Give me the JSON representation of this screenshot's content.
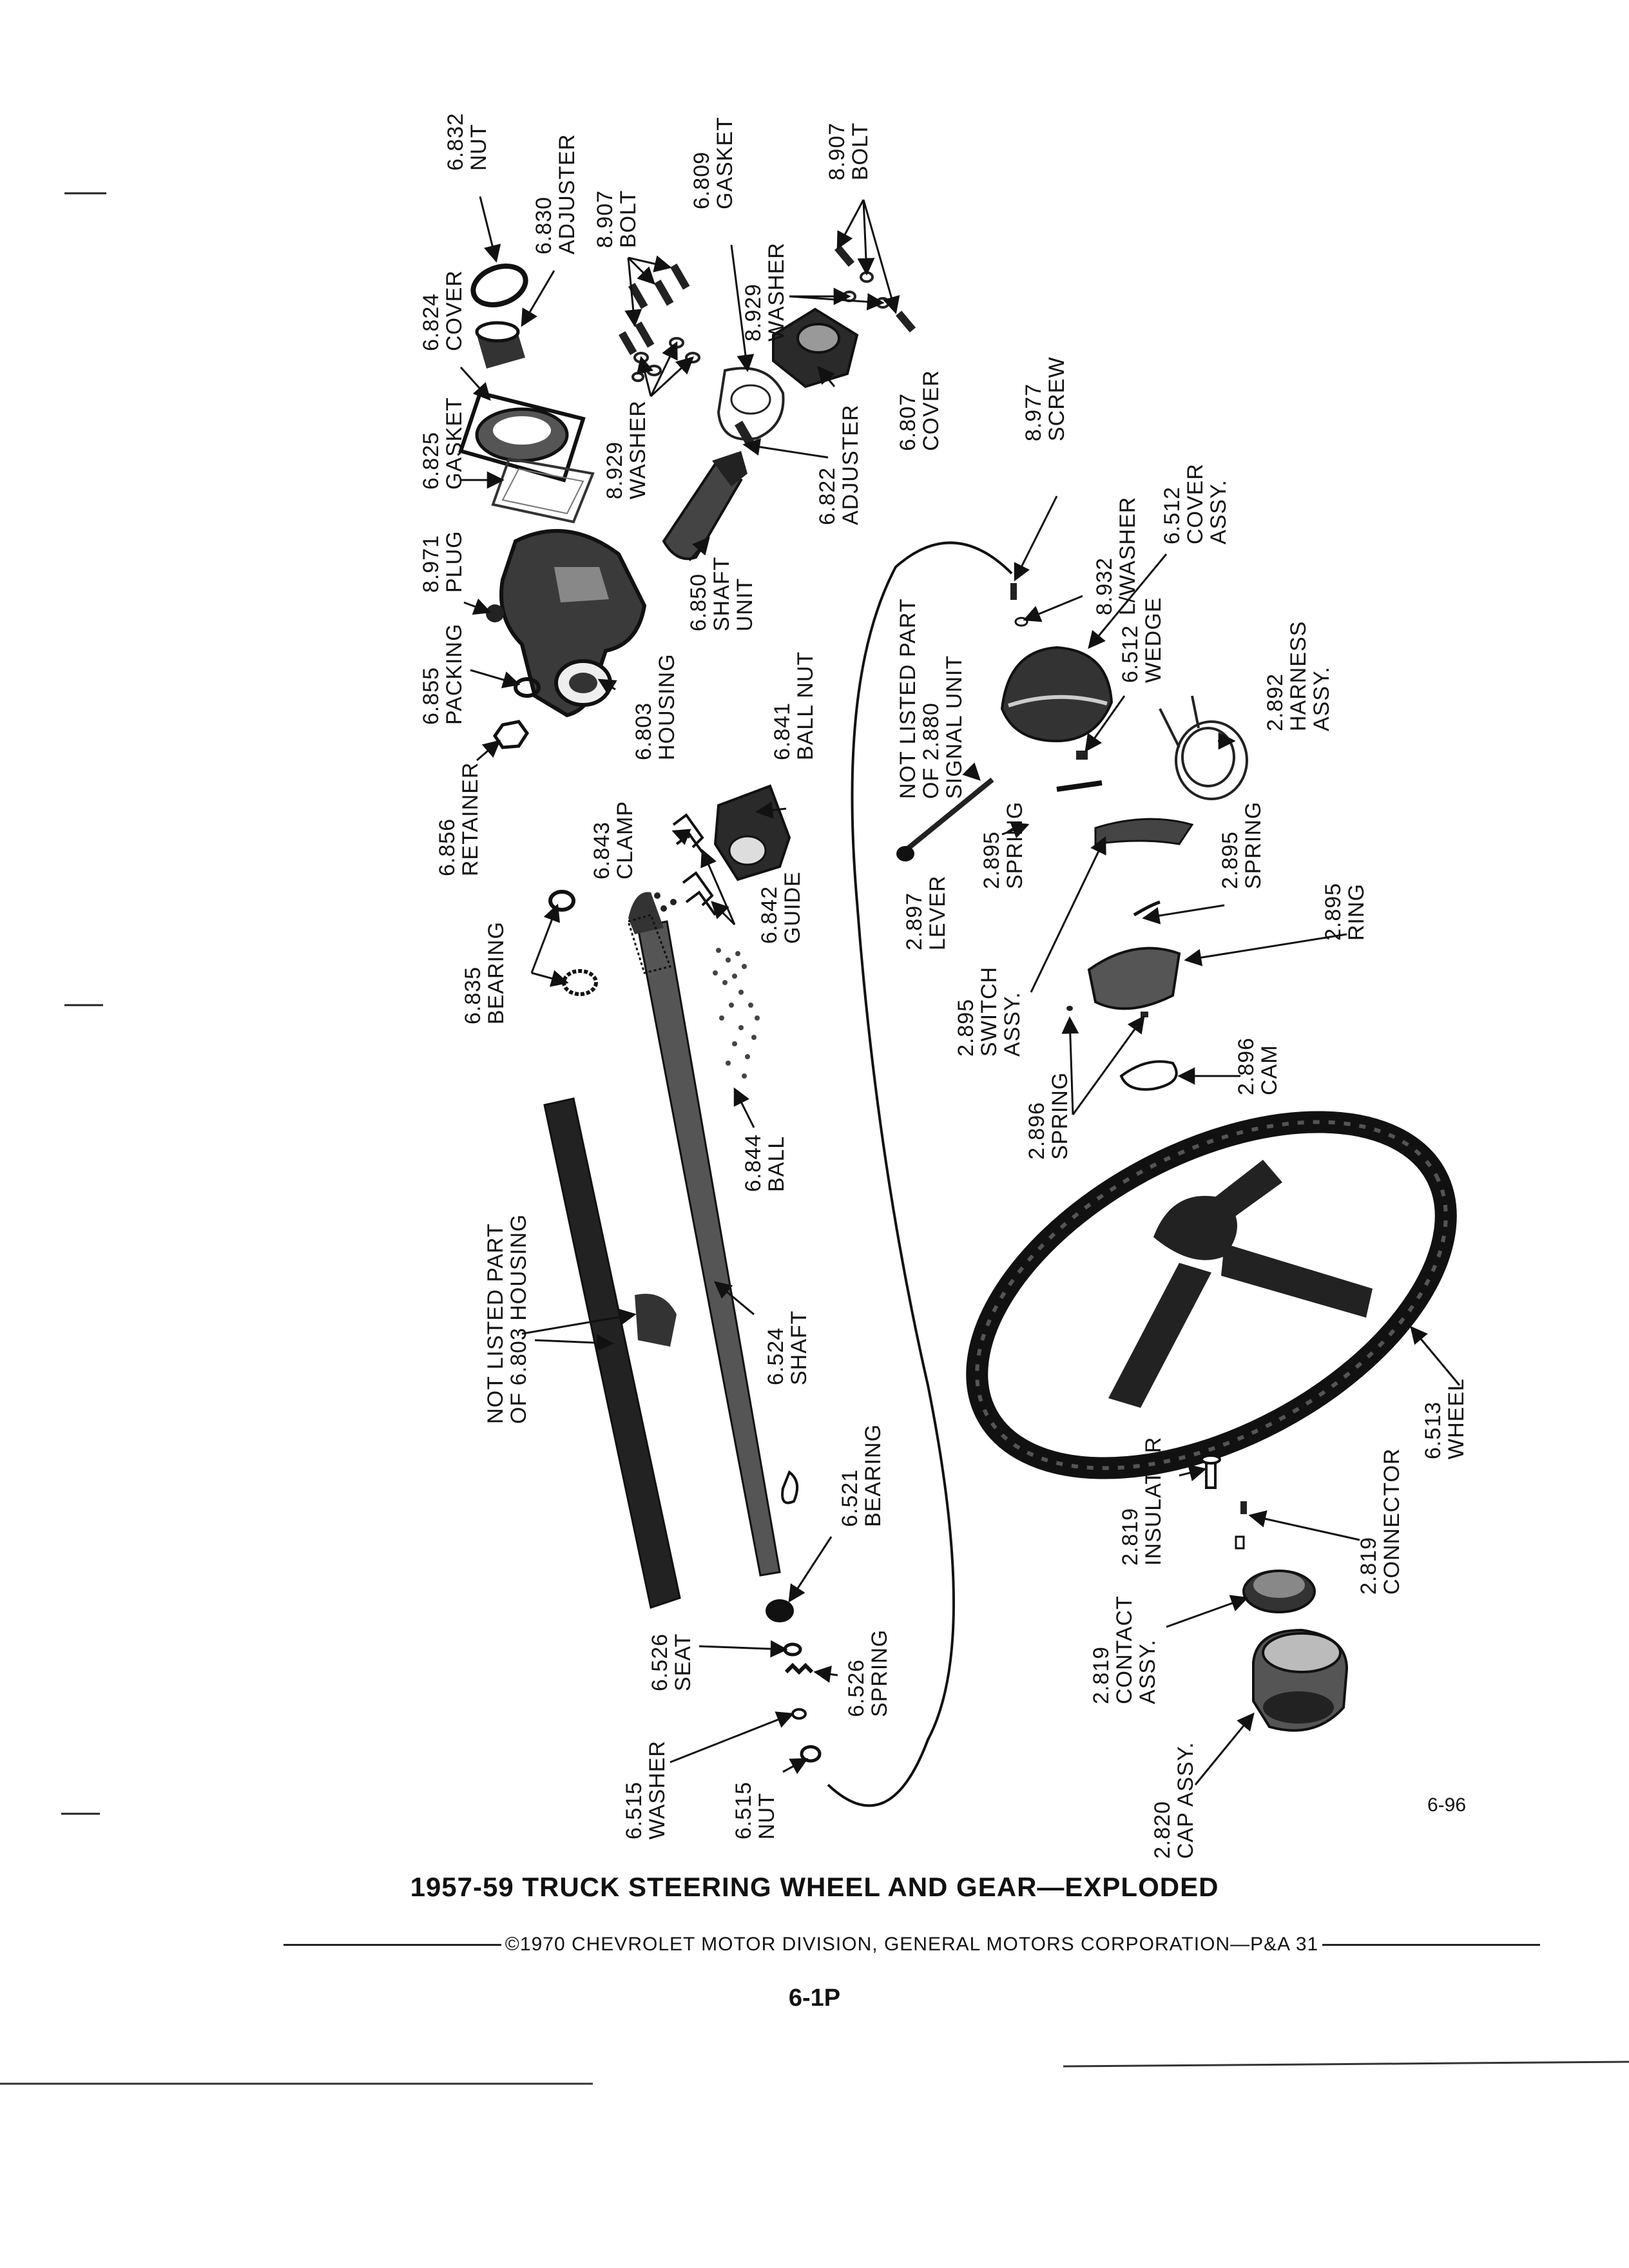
{
  "figure": {
    "title": "1957-59 TRUCK STEERING WHEEL AND GEAR—EXPLODED",
    "copyright": "©1970 CHEVROLET MOTOR DIVISION, GENERAL MOTORS CORPORATION—P&A 31",
    "page_number": "6-1P",
    "figure_number": "6-96"
  },
  "parts": [
    {
      "code": "6.832",
      "name": "NUT"
    },
    {
      "code": "6.830",
      "name": "ADJUSTER"
    },
    {
      "code": "6.824",
      "name": "COVER"
    },
    {
      "code": "6.825",
      "name": "GASKET"
    },
    {
      "code": "8.971",
      "name": "PLUG"
    },
    {
      "code": "6.855",
      "name": "PACKING"
    },
    {
      "code": "6.856",
      "name": "RETAINER"
    },
    {
      "code": "8.907",
      "name": "BOLT"
    },
    {
      "code": "8.929",
      "name": "WASHER"
    },
    {
      "code": "6.850",
      "name": "SHAFT",
      "name2": "UNIT"
    },
    {
      "code": "6.803",
      "name": "HOUSING"
    },
    {
      "code": "6.809",
      "name": "GASKET"
    },
    {
      "code": "8.929",
      "name": "WASHER"
    },
    {
      "code": "8.907",
      "name": "BOLT"
    },
    {
      "code": "6.822",
      "name": "ADJUSTER"
    },
    {
      "code": "6.807",
      "name": "COVER"
    },
    {
      "code": "6.841",
      "name": "BALL NUT"
    },
    {
      "code": "6.843",
      "name": "CLAMP"
    },
    {
      "code": "6.842",
      "name": "GUIDE"
    },
    {
      "code": "6.835",
      "name": "BEARING"
    },
    {
      "code": "6.844",
      "name": "BALL"
    },
    {
      "code": "6.524",
      "name": "SHAFT"
    },
    {
      "code": "6.521",
      "name": "BEARING"
    },
    {
      "code": "6.526",
      "name": "SEAT"
    },
    {
      "code": "6.526",
      "name": "SPRING"
    },
    {
      "code": "6.515",
      "name": "WASHER"
    },
    {
      "code": "6.515",
      "name": "NUT"
    },
    {
      "code": "8.977",
      "name": "SCREW"
    },
    {
      "code": "8.932",
      "name": "L/WASHER"
    },
    {
      "code": "6.512",
      "name": "COVER",
      "name2": "ASSY."
    },
    {
      "code": "6.512",
      "name": "WEDGE"
    },
    {
      "code": "2.892",
      "name": "HARNESS",
      "name2": "ASSY."
    },
    {
      "code": "2.880",
      "prefix": "OF",
      "name": "SIGNAL UNIT",
      "pre": "NOT LISTED PART"
    },
    {
      "code": "2.895",
      "name": "SPRING"
    },
    {
      "code": "2.897",
      "name": "LEVER"
    },
    {
      "code": "2.895",
      "name": "SWITCH",
      "name2": "ASSY."
    },
    {
      "code": "2.895",
      "name": "SPRING"
    },
    {
      "code": "2.895",
      "name": "RING"
    },
    {
      "code": "2.896",
      "name": "SPRING"
    },
    {
      "code": "2.896",
      "name": "CAM"
    },
    {
      "code": "6.513",
      "name": "WHEEL"
    },
    {
      "code": "2.819",
      "name": "INSULATOR"
    },
    {
      "code": "2.819",
      "name": "CONNECTOR"
    },
    {
      "code": "2.819",
      "name": "CONTACT",
      "name2": "ASSY."
    },
    {
      "code": "2.820",
      "name": "CAP ASSY."
    },
    {
      "code": "6.803",
      "prefix": "OF",
      "name": "HOUSING",
      "pre": "NOT LISTED PART"
    }
  ]
}
